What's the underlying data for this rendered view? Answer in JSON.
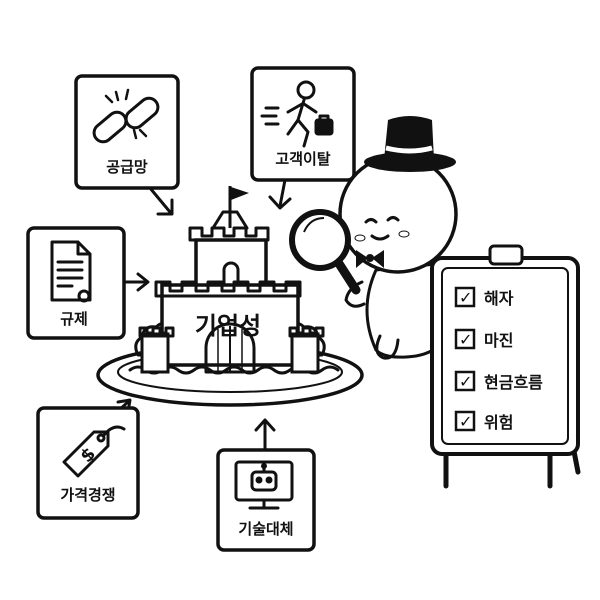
{
  "center": {
    "label": "기업성"
  },
  "risk_factors": [
    {
      "id": "supply-chain",
      "label": "공급망",
      "icon": "broken-chain-icon"
    },
    {
      "id": "customer-churn",
      "label": "고객이탈",
      "icon": "walking-person-icon"
    },
    {
      "id": "regulation",
      "label": "규제",
      "icon": "document-icon"
    },
    {
      "id": "price-competition",
      "label": "가격경쟁",
      "icon": "price-tag-icon"
    },
    {
      "id": "tech-substitution",
      "label": "기술대체",
      "icon": "robot-monitor-icon"
    }
  ],
  "checklist": {
    "items": [
      "해자",
      "마진",
      "현금흐름",
      "위험"
    ],
    "mark": "✓"
  },
  "colors": {
    "ink": "#111111",
    "background": "#ffffff"
  }
}
